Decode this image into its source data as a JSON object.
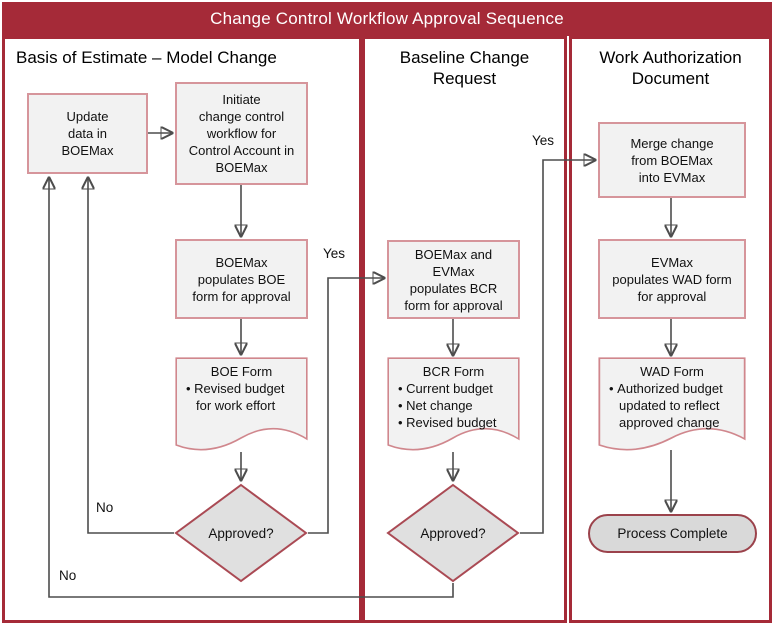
{
  "title": "Change Control Workflow Approval Sequence",
  "columns": [
    {
      "header_lines": [
        "Basis of Estimate – Model Change"
      ]
    },
    {
      "header_lines": [
        "Baseline Change",
        "Request"
      ]
    },
    {
      "header_lines": [
        "Work Authorization",
        "Document"
      ]
    }
  ],
  "nodes": {
    "update_data": {
      "lines": [
        "Update",
        "data in",
        "BOEMax"
      ]
    },
    "initiate_workflow": {
      "lines": [
        "Initiate",
        "change control",
        "workflow for",
        "Control Account in",
        "BOEMax"
      ]
    },
    "populate_boe": {
      "lines": [
        "BOEMax",
        "populates BOE",
        "form for approval"
      ]
    },
    "boe_form": {
      "title": "BOE Form",
      "bullets": [
        "Revised budget for work effort"
      ]
    },
    "approved_boe": {
      "label": "Approved?"
    },
    "populate_bcr": {
      "lines": [
        "BOEMax and",
        "EVMax",
        "populates BCR",
        "form for approval"
      ]
    },
    "bcr_form": {
      "title": "BCR Form",
      "bullets": [
        "Current budget",
        "Net change",
        "Revised budget"
      ]
    },
    "approved_bcr": {
      "label": "Approved?"
    },
    "merge_change": {
      "lines": [
        "Merge change",
        "from BOEMax",
        "into EVMax"
      ]
    },
    "populate_wad": {
      "lines": [
        "EVMax",
        "populates WAD form",
        "for approval"
      ]
    },
    "wad_form": {
      "title": "WAD Form",
      "bullets": [
        "Authorized budget updated to reflect approved change"
      ]
    },
    "process_complete": {
      "label": "Process Complete"
    }
  },
  "edge_labels": {
    "boe_yes": "Yes",
    "boe_no": "No",
    "bcr_yes": "Yes",
    "bcr_no": "No"
  },
  "colors": {
    "frame_red": "#A52A38",
    "node_border_pink": "#D6959B",
    "document_border_pink": "#D0878D",
    "diamond_border_red": "#AA4A54",
    "terminator_border_red": "#9B424B",
    "node_fill": "#F2F2F2",
    "diamond_fill": "#E0E0E0",
    "terminator_fill": "#D9D9D9",
    "connector_gray": "#4D4D4D"
  }
}
